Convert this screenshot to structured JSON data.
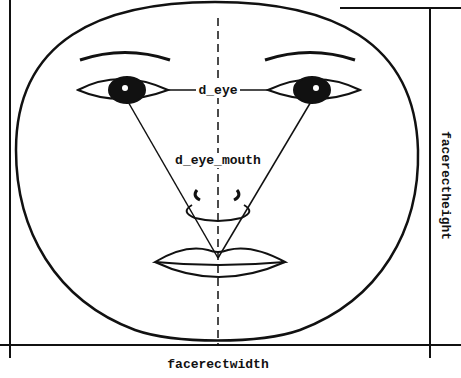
{
  "diagram": {
    "labels": [
      "d_eye",
      "d_eye_mouth",
      "facerectheight",
      "facerectwidth"
    ]
  }
}
